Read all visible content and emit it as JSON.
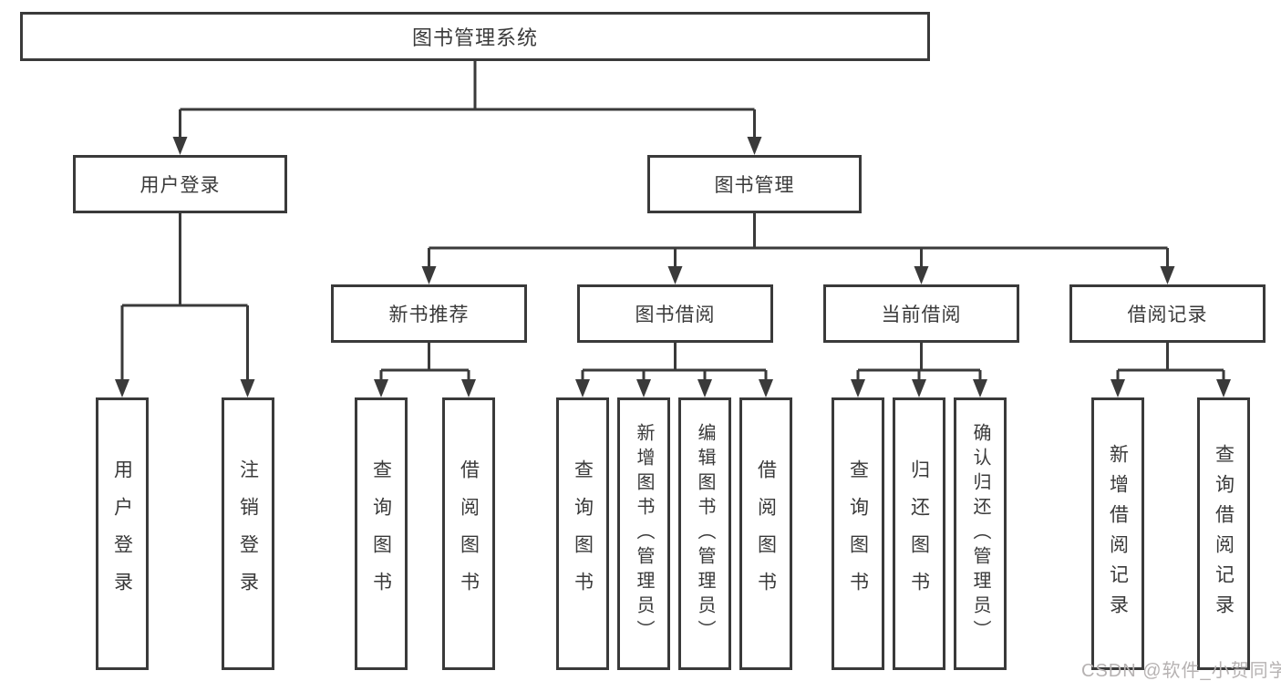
{
  "nodes": {
    "root": "图书管理系统",
    "user_login": "用户登录",
    "book_mgmt": "图书管理",
    "new_books": "新书推荐",
    "book_borrow": "图书借阅",
    "current_borrow": "当前借阅",
    "borrow_records": "借阅记录"
  },
  "leaves": {
    "user_login": [
      "用户登录",
      "注销登录"
    ],
    "new_books": [
      "查询图书",
      "借阅图书"
    ],
    "book_borrow": [
      "查询图书",
      "新增图书（管理员）",
      "编辑图书（管理员）",
      "借阅图书"
    ],
    "current_borrow": [
      "查询图书",
      "归还图书",
      "确认归还（管理员）"
    ],
    "borrow_records": [
      "新增借阅记录",
      "查询借阅记录"
    ]
  },
  "watermark": "CSDN @软件_小贺同学",
  "colors": {
    "line": "#3a3a3a",
    "border": "#3a3a3a",
    "fill": "#ffffff",
    "text": "#3a3a3a",
    "watermark": "#b6b2b2"
  }
}
